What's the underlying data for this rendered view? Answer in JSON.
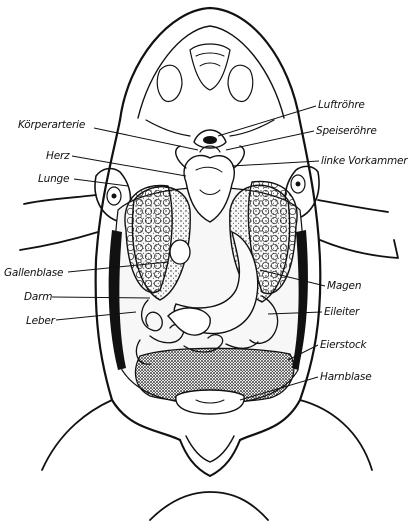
{
  "labels": {
    "left": {
      "koerperarterie": "Körperarterie",
      "herz": "Herz",
      "lunge": "Lunge",
      "gallenblase": "Gallenblase",
      "darm": "Darm",
      "leber": "Leber"
    },
    "right": {
      "luftroehre": "Luftröhre",
      "speiseroehre": "Speiseröhre",
      "linke_vorkammer": "linke Vorkammer",
      "magen": "Magen",
      "eileiter": "Eileiter",
      "eierstock": "Eierstock",
      "harnblase": "Harnblase"
    }
  },
  "colors": {
    "ink": "#111111",
    "paper": "#ffffff"
  }
}
